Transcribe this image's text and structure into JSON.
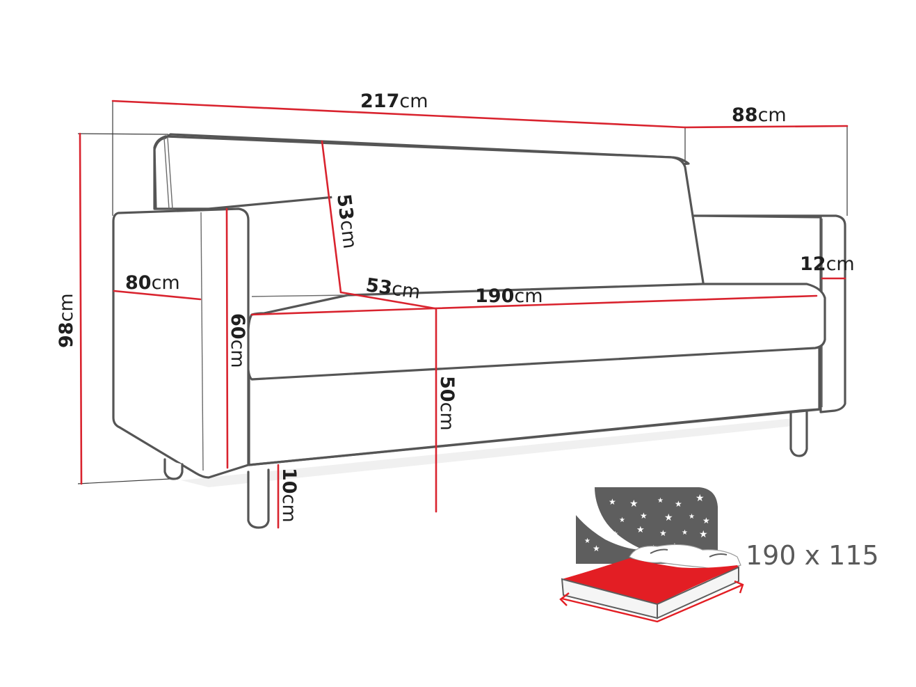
{
  "diagram": {
    "subject": "Sofa bed dimension drawing",
    "colors": {
      "outline": "#555555",
      "dimension_line": "#d9232e",
      "label_text": "#1f1f1f",
      "icon_dark": "#5e5e5e",
      "icon_red": "#e31e24"
    },
    "dimensions": {
      "total_width": {
        "value": "217",
        "unit": "cm"
      },
      "total_depth": {
        "value": "88",
        "unit": "cm"
      },
      "total_height": {
        "value": "98",
        "unit": "cm"
      },
      "armrest_depth": {
        "value": "80",
        "unit": "cm"
      },
      "armrest_height": {
        "value": "60",
        "unit": "cm"
      },
      "backrest_height": {
        "value": "53",
        "unit": "cm"
      },
      "seat_depth": {
        "value": "53",
        "unit": "cm"
      },
      "seat_width": {
        "value": "190",
        "unit": "cm"
      },
      "armrest_width": {
        "value": "12",
        "unit": "cm"
      },
      "seat_height": {
        "value": "50",
        "unit": "cm"
      },
      "leg_height": {
        "value": "10",
        "unit": "cm"
      }
    },
    "sleeping_area": {
      "icon": "bed-night-icon",
      "label": "190 x 115"
    }
  }
}
